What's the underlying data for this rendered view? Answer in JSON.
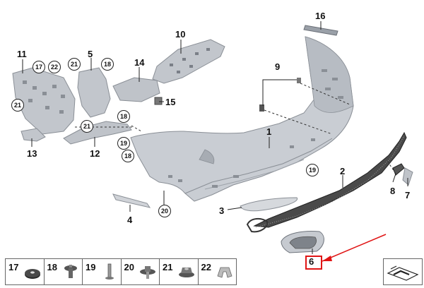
{
  "colors": {
    "part_fill": "#c9cdd3",
    "part_stroke": "#8a8f96",
    "dark_part": "#3a3a3a",
    "highlight_box": "#e01515",
    "arrow": "#e01515"
  },
  "callouts": {
    "p1": "1",
    "p2": "2",
    "p3": "3",
    "p4": "4",
    "p5": "5",
    "p6": "6",
    "p7": "7",
    "p8": "8",
    "p9": "9",
    "p10": "10",
    "p11": "11",
    "p12": "12",
    "p13": "13",
    "p14": "14",
    "p15": "15",
    "p16": "16"
  },
  "circled": {
    "c17": "17",
    "c18a": "18",
    "c18b": "18",
    "c18c": "18",
    "c19a": "19",
    "c19b": "19",
    "c20": "20",
    "c21a": "21",
    "c21b": "21",
    "c21c": "21",
    "c22": "22"
  },
  "legend": {
    "items": [
      {
        "num": "17",
        "icon": "round-clip-icon"
      },
      {
        "num": "18",
        "icon": "expanding-rivet-icon"
      },
      {
        "num": "19",
        "icon": "push-pin-icon"
      },
      {
        "num": "20",
        "icon": "flange-screw-icon"
      },
      {
        "num": "21",
        "icon": "hex-nut-icon"
      },
      {
        "num": "22",
        "icon": "spring-clip-icon"
      }
    ]
  },
  "nav_icon": "sheet-navigation-icon"
}
